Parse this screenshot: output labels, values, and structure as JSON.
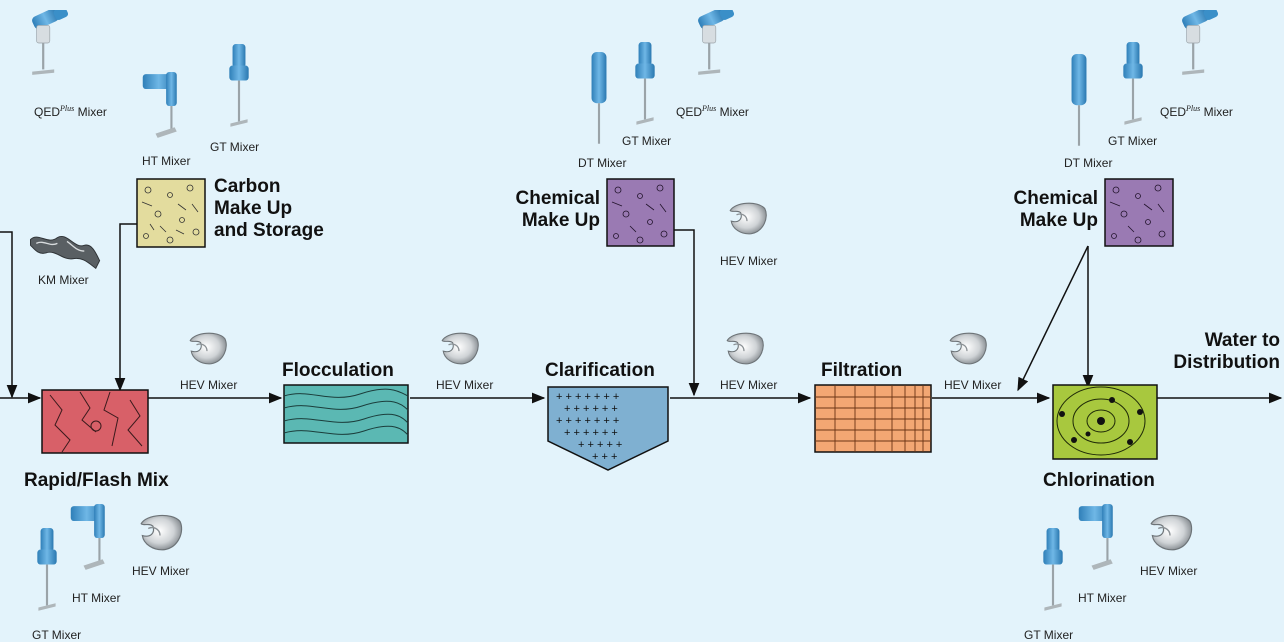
{
  "stages": {
    "rapid_mix": "Rapid/Flash Mix",
    "flocculation": "Flocculation",
    "clarification": "Clarification",
    "filtration": "Filtration",
    "chlorination": "Chlorination",
    "carbon_line1": "Carbon",
    "carbon_line2": "Make Up",
    "carbon_line3": "and Storage",
    "chem1_line1": "Chemical",
    "chem1_line2": "Make Up",
    "chem2_line1": "Chemical",
    "chem2_line2": "Make Up",
    "output_line1": "Water to",
    "output_line2": "Distribution"
  },
  "mixers": {
    "qed_base": "QED",
    "qed_sup": "Plus",
    "qed_suffix": " Mixer",
    "ht": "HT Mixer",
    "gt": "GT Mixer",
    "km": "KM Mixer",
    "dt": "DT Mixer",
    "hev": "HEV Mixer"
  },
  "colors": {
    "background": "#e3f3fb",
    "rapid_mix": "#d86068",
    "flocculation": "#5bb8b3",
    "clarification": "#7fb0d1",
    "filtration": "#f3a773",
    "chlorination": "#a8c83e",
    "carbon": "#e3dc9e",
    "chemical": "#9a7ab3",
    "mixer_blue": "#3a8fc8"
  }
}
